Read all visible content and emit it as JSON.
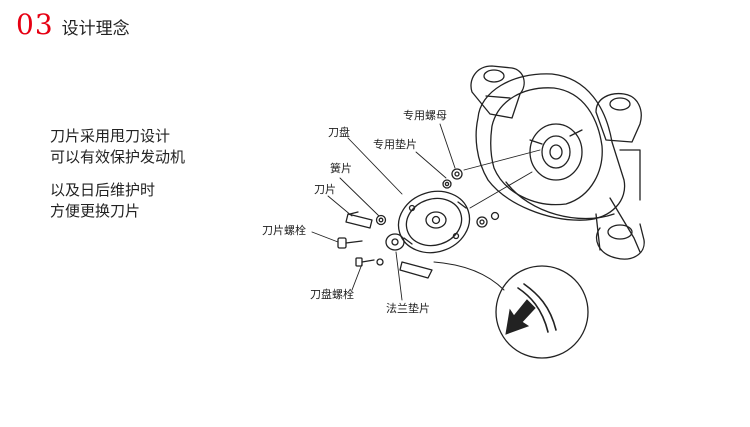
{
  "header": {
    "number": "03",
    "title": "设计理念"
  },
  "description": {
    "lines_a": [
      "刀片采用甩刀设计",
      "可以有效保护发动机"
    ],
    "lines_b": [
      "以及日后维护时",
      "方便更换刀片"
    ]
  },
  "diagram": {
    "labels": {
      "special_nut": "专用螺母",
      "blade_disc": "刀盘",
      "special_washer": "专用垫片",
      "spring_piece": "簧片",
      "blade": "刀片",
      "blade_bolt": "刀片螺栓",
      "disc_bolt": "刀盘螺栓",
      "flange_washer": "法兰垫片"
    },
    "colors": {
      "line": "#222222",
      "accent": "#e60012"
    }
  }
}
